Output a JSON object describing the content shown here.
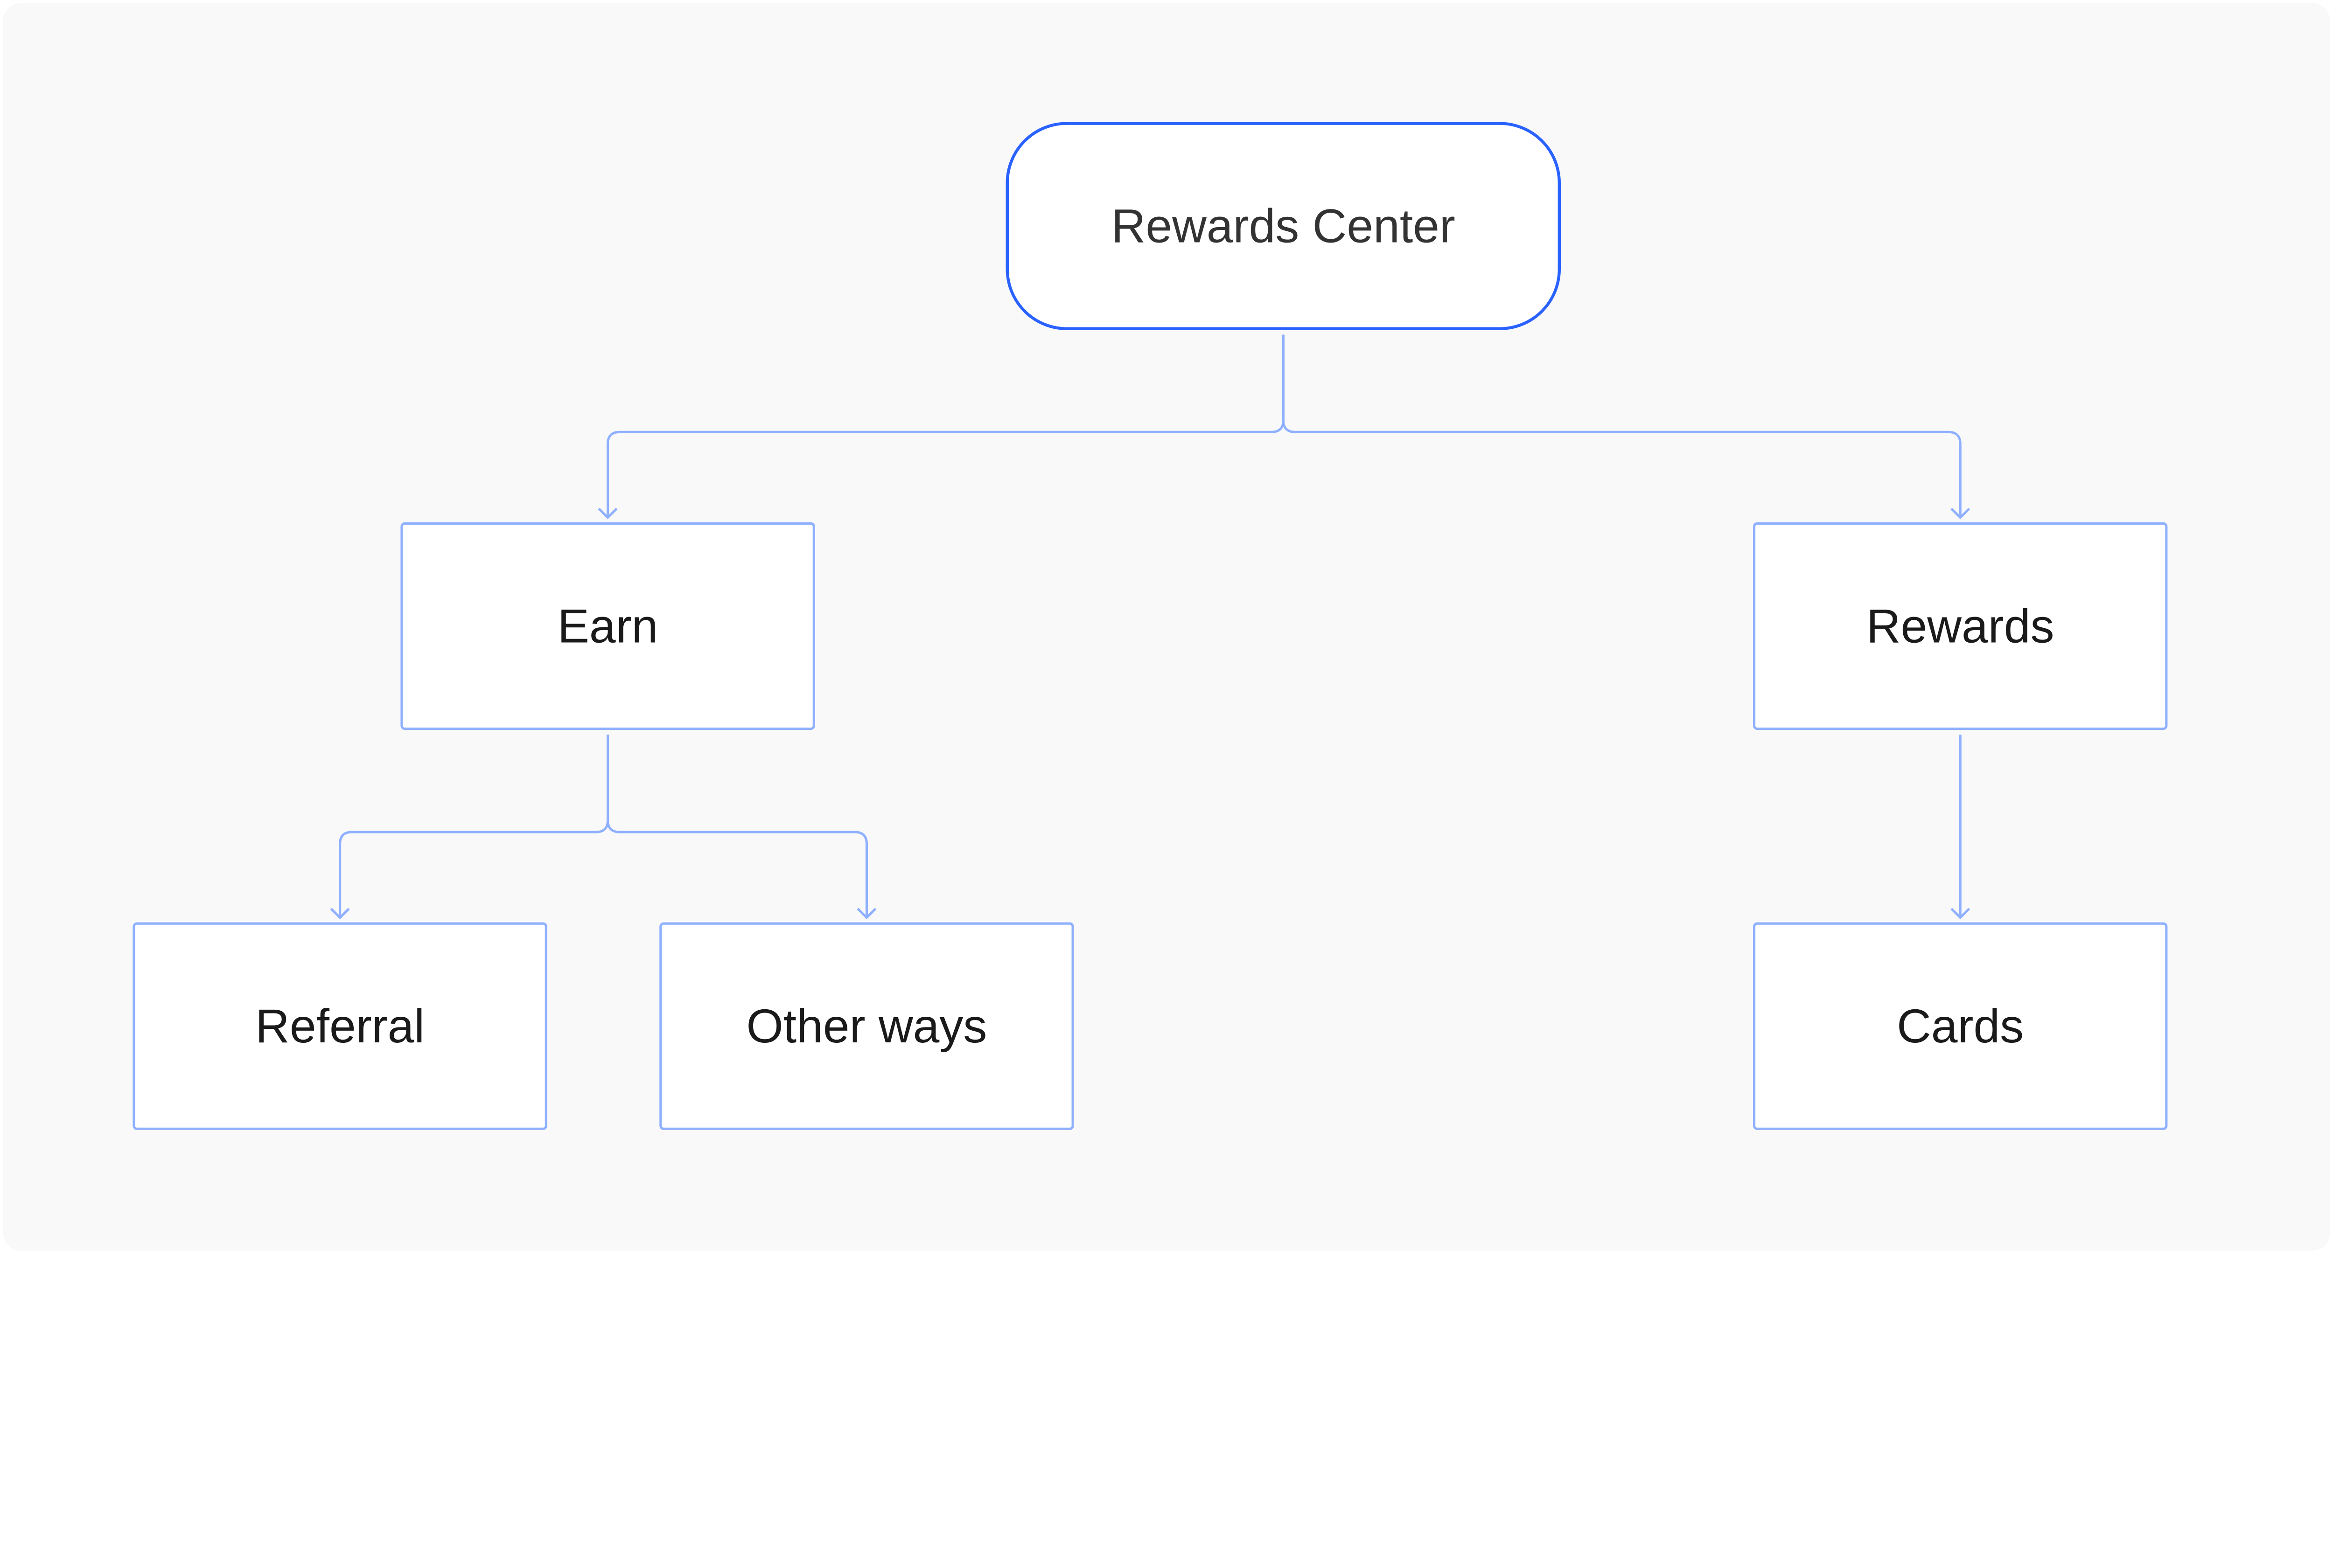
{
  "colors": {
    "background": "#f9f9fa",
    "root_border": "#2962ff",
    "node_border": "#8fb0ff",
    "edge": "#8fb0ff",
    "node_fill": "#ffffff",
    "root_text": "#333333",
    "node_text": "#1a1a1a"
  },
  "diagram": {
    "root": {
      "label": "Rewards Center"
    },
    "nodes": [
      {
        "id": "earn",
        "label": "Earn",
        "parent": "root"
      },
      {
        "id": "rewards",
        "label": "Rewards",
        "parent": "root"
      },
      {
        "id": "referral",
        "label": "Referral",
        "parent": "earn"
      },
      {
        "id": "other",
        "label": "Other ways",
        "parent": "earn"
      },
      {
        "id": "cards",
        "label": "Cards",
        "parent": "rewards"
      }
    ]
  }
}
